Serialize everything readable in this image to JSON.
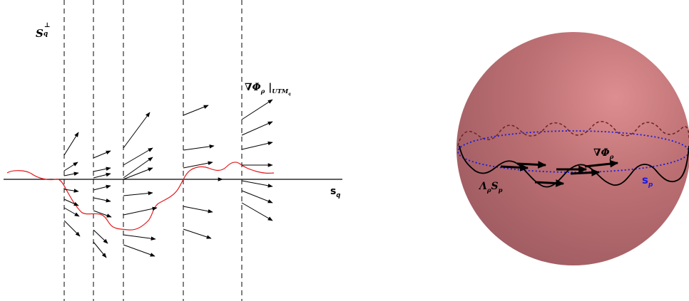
{
  "left_panel": {
    "perp_label": "S",
    "perp_sub": "q",
    "perp_sup": "⊥",
    "axis_label": "s",
    "axis_sub": "q",
    "grad_label": "∇Φ",
    "grad_sub": "ρ",
    "grad_restrict": "|",
    "grad_restrict_sub": "UTM",
    "grad_restrict_subsub": "q"
  },
  "right_panel": {
    "grad_label": "∇Φ",
    "grad_sub": "ρ",
    "lambda_label": "Λ",
    "lambda_sub": "ρ",
    "lambda_tail": "S",
    "lambda_tail_sub": "p",
    "sp_label": "s",
    "sp_sub": "p",
    "colors": {
      "sphere": "#bd6f73",
      "equator": "#1a1adf",
      "back_curve": "#6b2424",
      "front_curve": "#000000"
    }
  },
  "colors": {
    "red_curve": "#e4191c",
    "lines": "#000000"
  },
  "icons": [
    "arrow-icon",
    "sphere-icon"
  ]
}
